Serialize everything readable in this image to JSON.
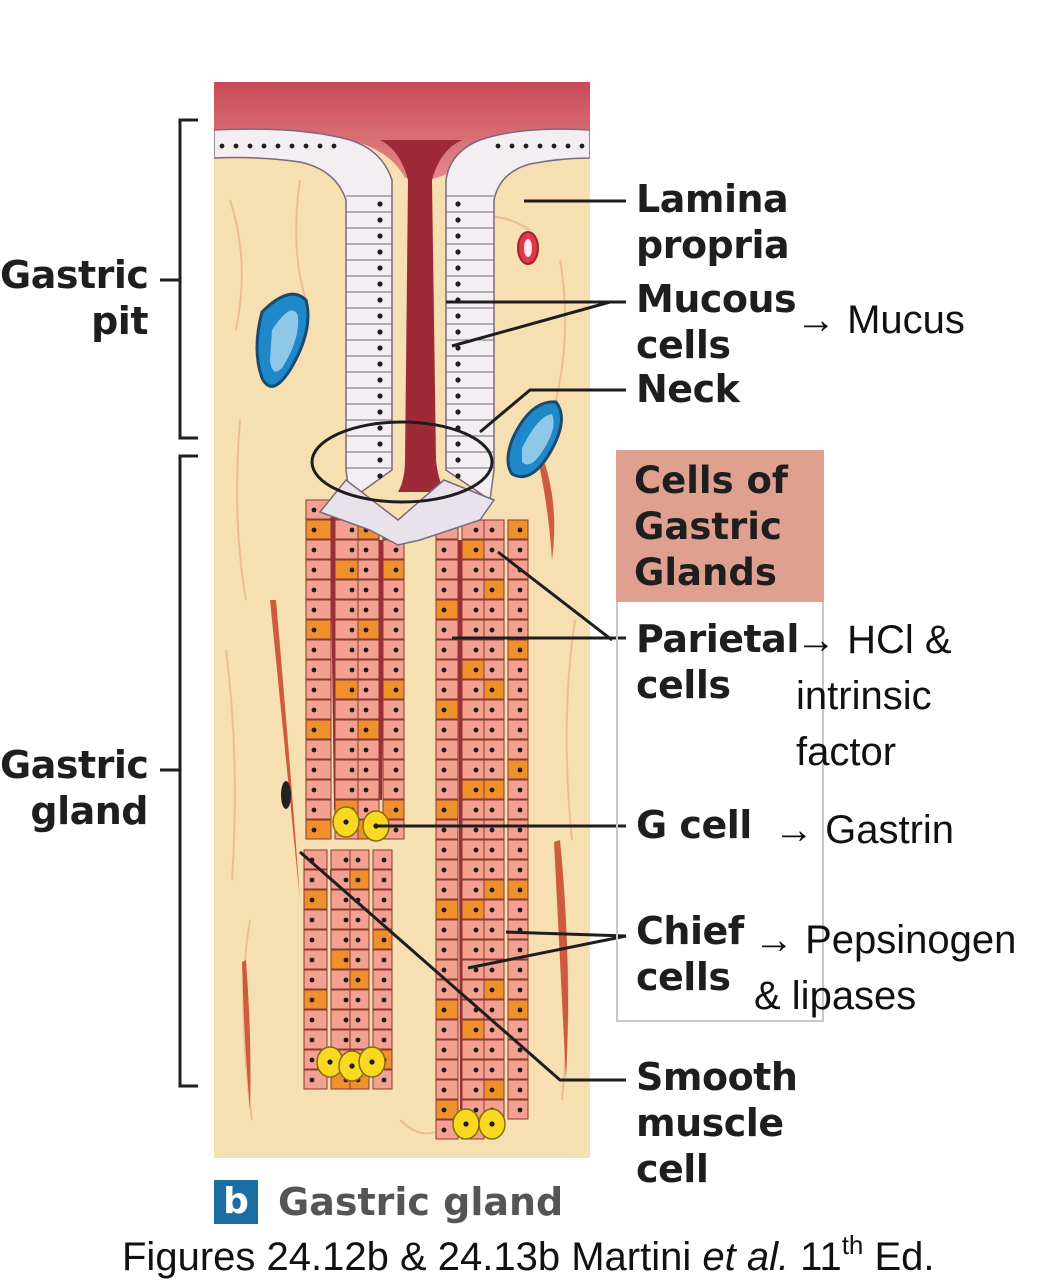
{
  "labels": {
    "gastric_pit": [
      "Gastric",
      "pit"
    ],
    "gastric_gland": [
      "Gastric",
      "gland"
    ],
    "lamina_propria": [
      "Lamina",
      "propria"
    ],
    "mucous_cells": [
      "Mucous",
      "cells"
    ],
    "neck": "Neck",
    "parietal_cells": [
      "Parietal",
      "cells"
    ],
    "g_cell": "G cell",
    "chief_cells": [
      "Chief",
      "cells"
    ],
    "smooth_muscle_cell": [
      "Smooth",
      "muscle",
      "cell"
    ]
  },
  "box": {
    "title": [
      "Cells of",
      "Gastric",
      "Glands"
    ]
  },
  "functions": {
    "mucus": "→ Mucus",
    "hcl": [
      "→ HCl &",
      "intrinsic",
      "factor"
    ],
    "gastrin": "→ Gastrin",
    "pepsinogen": [
      "→ Pepsinogen",
      "& lipases"
    ]
  },
  "panel": {
    "letter": "b",
    "title": "Gastric gland"
  },
  "caption": {
    "prefix": "Figures 24.12b & 24.13b Martini ",
    "italic": "et al.",
    "mid": " 11",
    "sup": "th",
    "suffix": " Ed."
  },
  "colors": {
    "tissue": "#f6dfb0",
    "lumen": "#a02a3a",
    "surface": "#d8646c",
    "mucous_cell": "#f2eef2",
    "gland_cell": "#f4a090",
    "parietal_cell": "#f0902c",
    "g_cell": "#f8d820",
    "vessel": "#2a8cc8",
    "box_title": "#e0a090"
  }
}
